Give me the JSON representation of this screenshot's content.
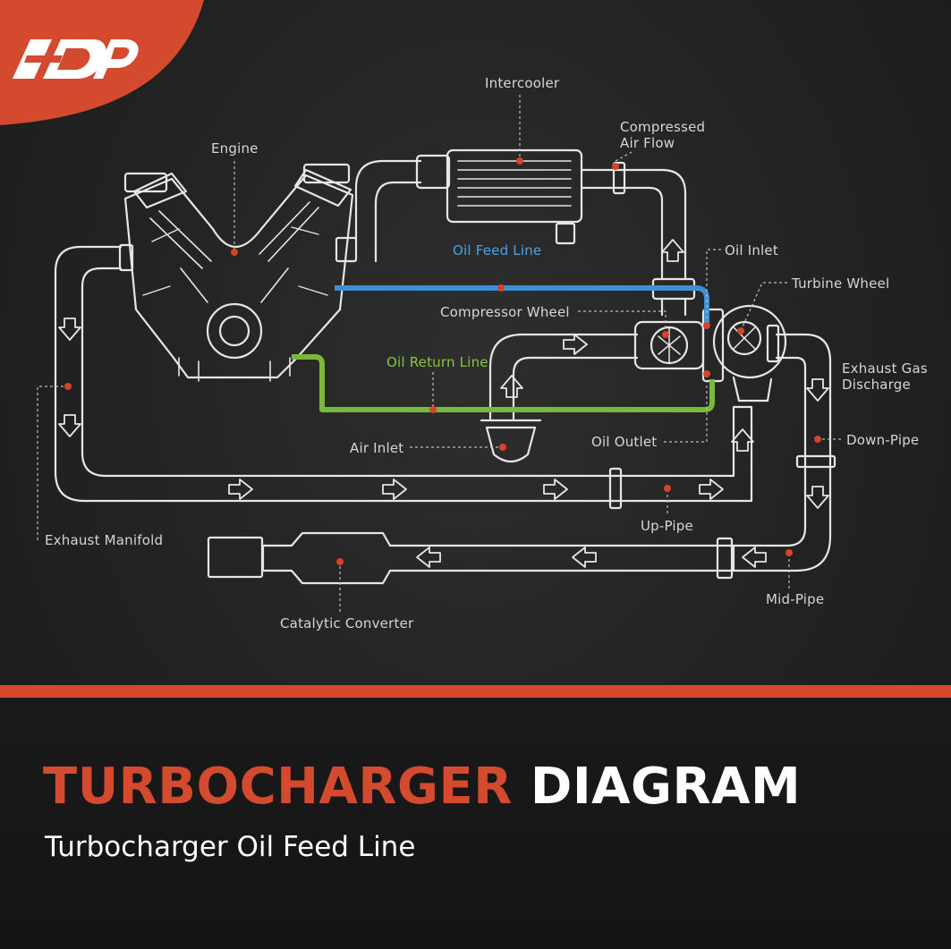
{
  "brand": {
    "logo_name": "ADP brand logo",
    "accent_color": "#d34a2e"
  },
  "labels": {
    "intercooler": "Intercooler",
    "compressed_air_flow": "Compressed\nAir Flow",
    "engine": "Engine",
    "oil_feed_line": "Oil Feed Line",
    "oil_inlet": "Oil Inlet",
    "turbine_wheel": "Turbine Wheel",
    "compressor_wheel": "Compressor Wheel",
    "oil_return_line": "Oil Return Line",
    "exhaust_gas_discharge": "Exhaust Gas\nDischarge",
    "air_inlet": "Air Inlet",
    "oil_outlet": "Oil Outlet",
    "down_pipe": "Down-Pipe",
    "up_pipe": "Up-Pipe",
    "exhaust_manifold": "Exhaust Manifold",
    "mid_pipe": "Mid-Pipe",
    "catalytic_converter": "Catalytic Converter"
  },
  "title": {
    "part1": "TURBOCHARGER",
    "part2": "DIAGRAM",
    "part1_color": "#d34a2e",
    "part2_color": "#ffffff"
  },
  "subtitle": "Turbocharger Oil Feed Line",
  "colors": {
    "line_white": "#e6e6e6",
    "oil_feed_blue": "#3d8fd6",
    "oil_return_green": "#79b83a",
    "marker_red": "#d5442a",
    "background": "#262626"
  }
}
